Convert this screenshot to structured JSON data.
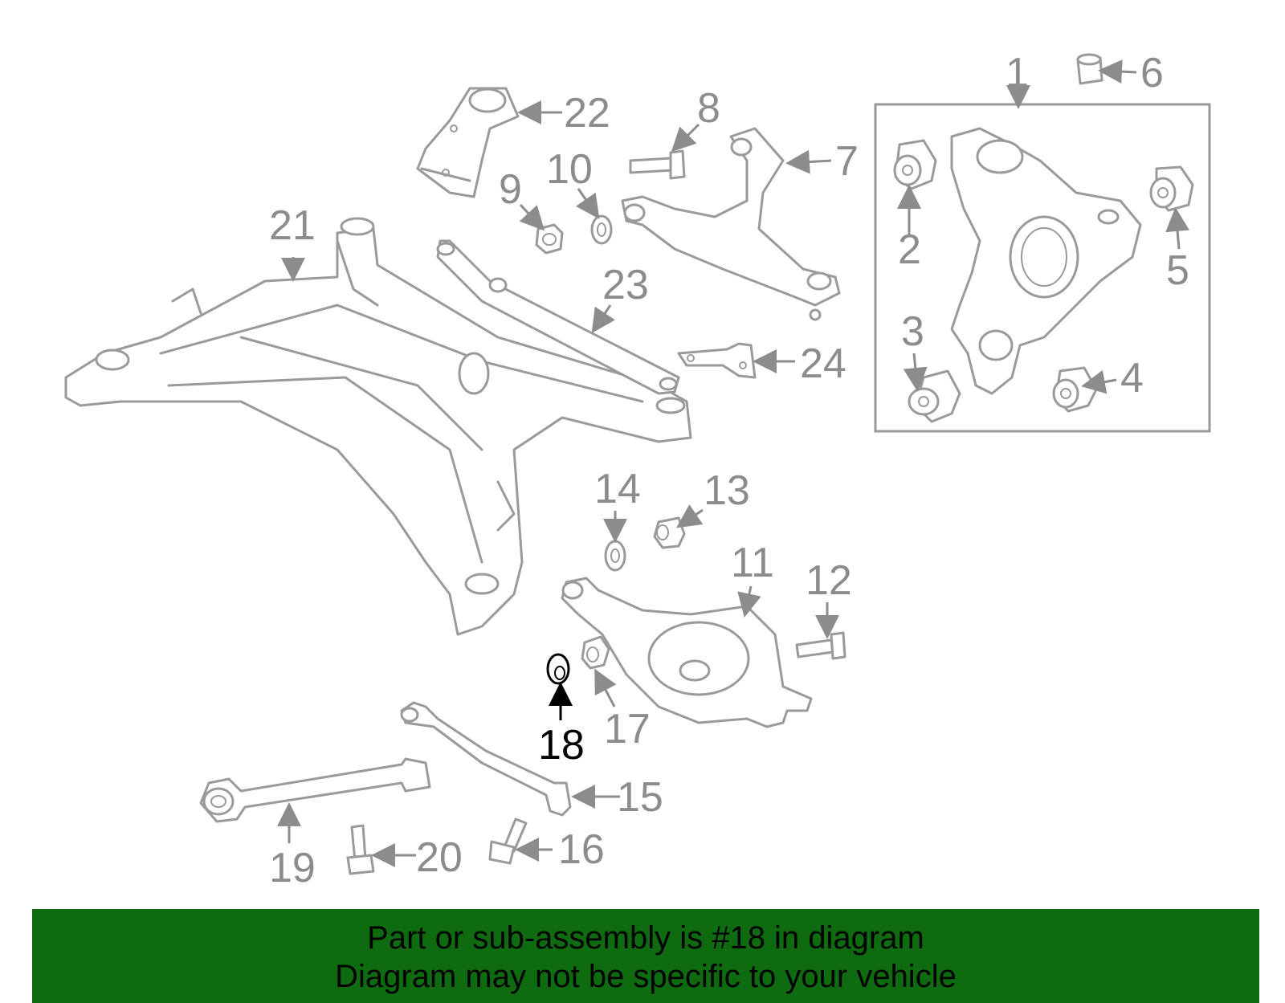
{
  "callouts": [
    {
      "num": "1",
      "highlight": false
    },
    {
      "num": "2",
      "highlight": false
    },
    {
      "num": "3",
      "highlight": false
    },
    {
      "num": "4",
      "highlight": false
    },
    {
      "num": "5",
      "highlight": false
    },
    {
      "num": "6",
      "highlight": false
    },
    {
      "num": "7",
      "highlight": false
    },
    {
      "num": "8",
      "highlight": false
    },
    {
      "num": "9",
      "highlight": false
    },
    {
      "num": "10",
      "highlight": false
    },
    {
      "num": "11",
      "highlight": false
    },
    {
      "num": "12",
      "highlight": false
    },
    {
      "num": "13",
      "highlight": false
    },
    {
      "num": "14",
      "highlight": false
    },
    {
      "num": "15",
      "highlight": false
    },
    {
      "num": "16",
      "highlight": false
    },
    {
      "num": "17",
      "highlight": false
    },
    {
      "num": "18",
      "highlight": true
    },
    {
      "num": "19",
      "highlight": false
    },
    {
      "num": "20",
      "highlight": false
    },
    {
      "num": "21",
      "highlight": false
    },
    {
      "num": "22",
      "highlight": false
    },
    {
      "num": "23",
      "highlight": false
    },
    {
      "num": "24",
      "highlight": false
    }
  ],
  "banner": {
    "line1": "Part or sub-assembly is #18 in diagram",
    "line2": "Diagram may not be specific to your vehicle"
  },
  "colors": {
    "banner_bg": "#0f6b0f",
    "part_stroke": "#9a9a9a",
    "label_gray": "#8c8c8c",
    "highlight": "#000000"
  }
}
